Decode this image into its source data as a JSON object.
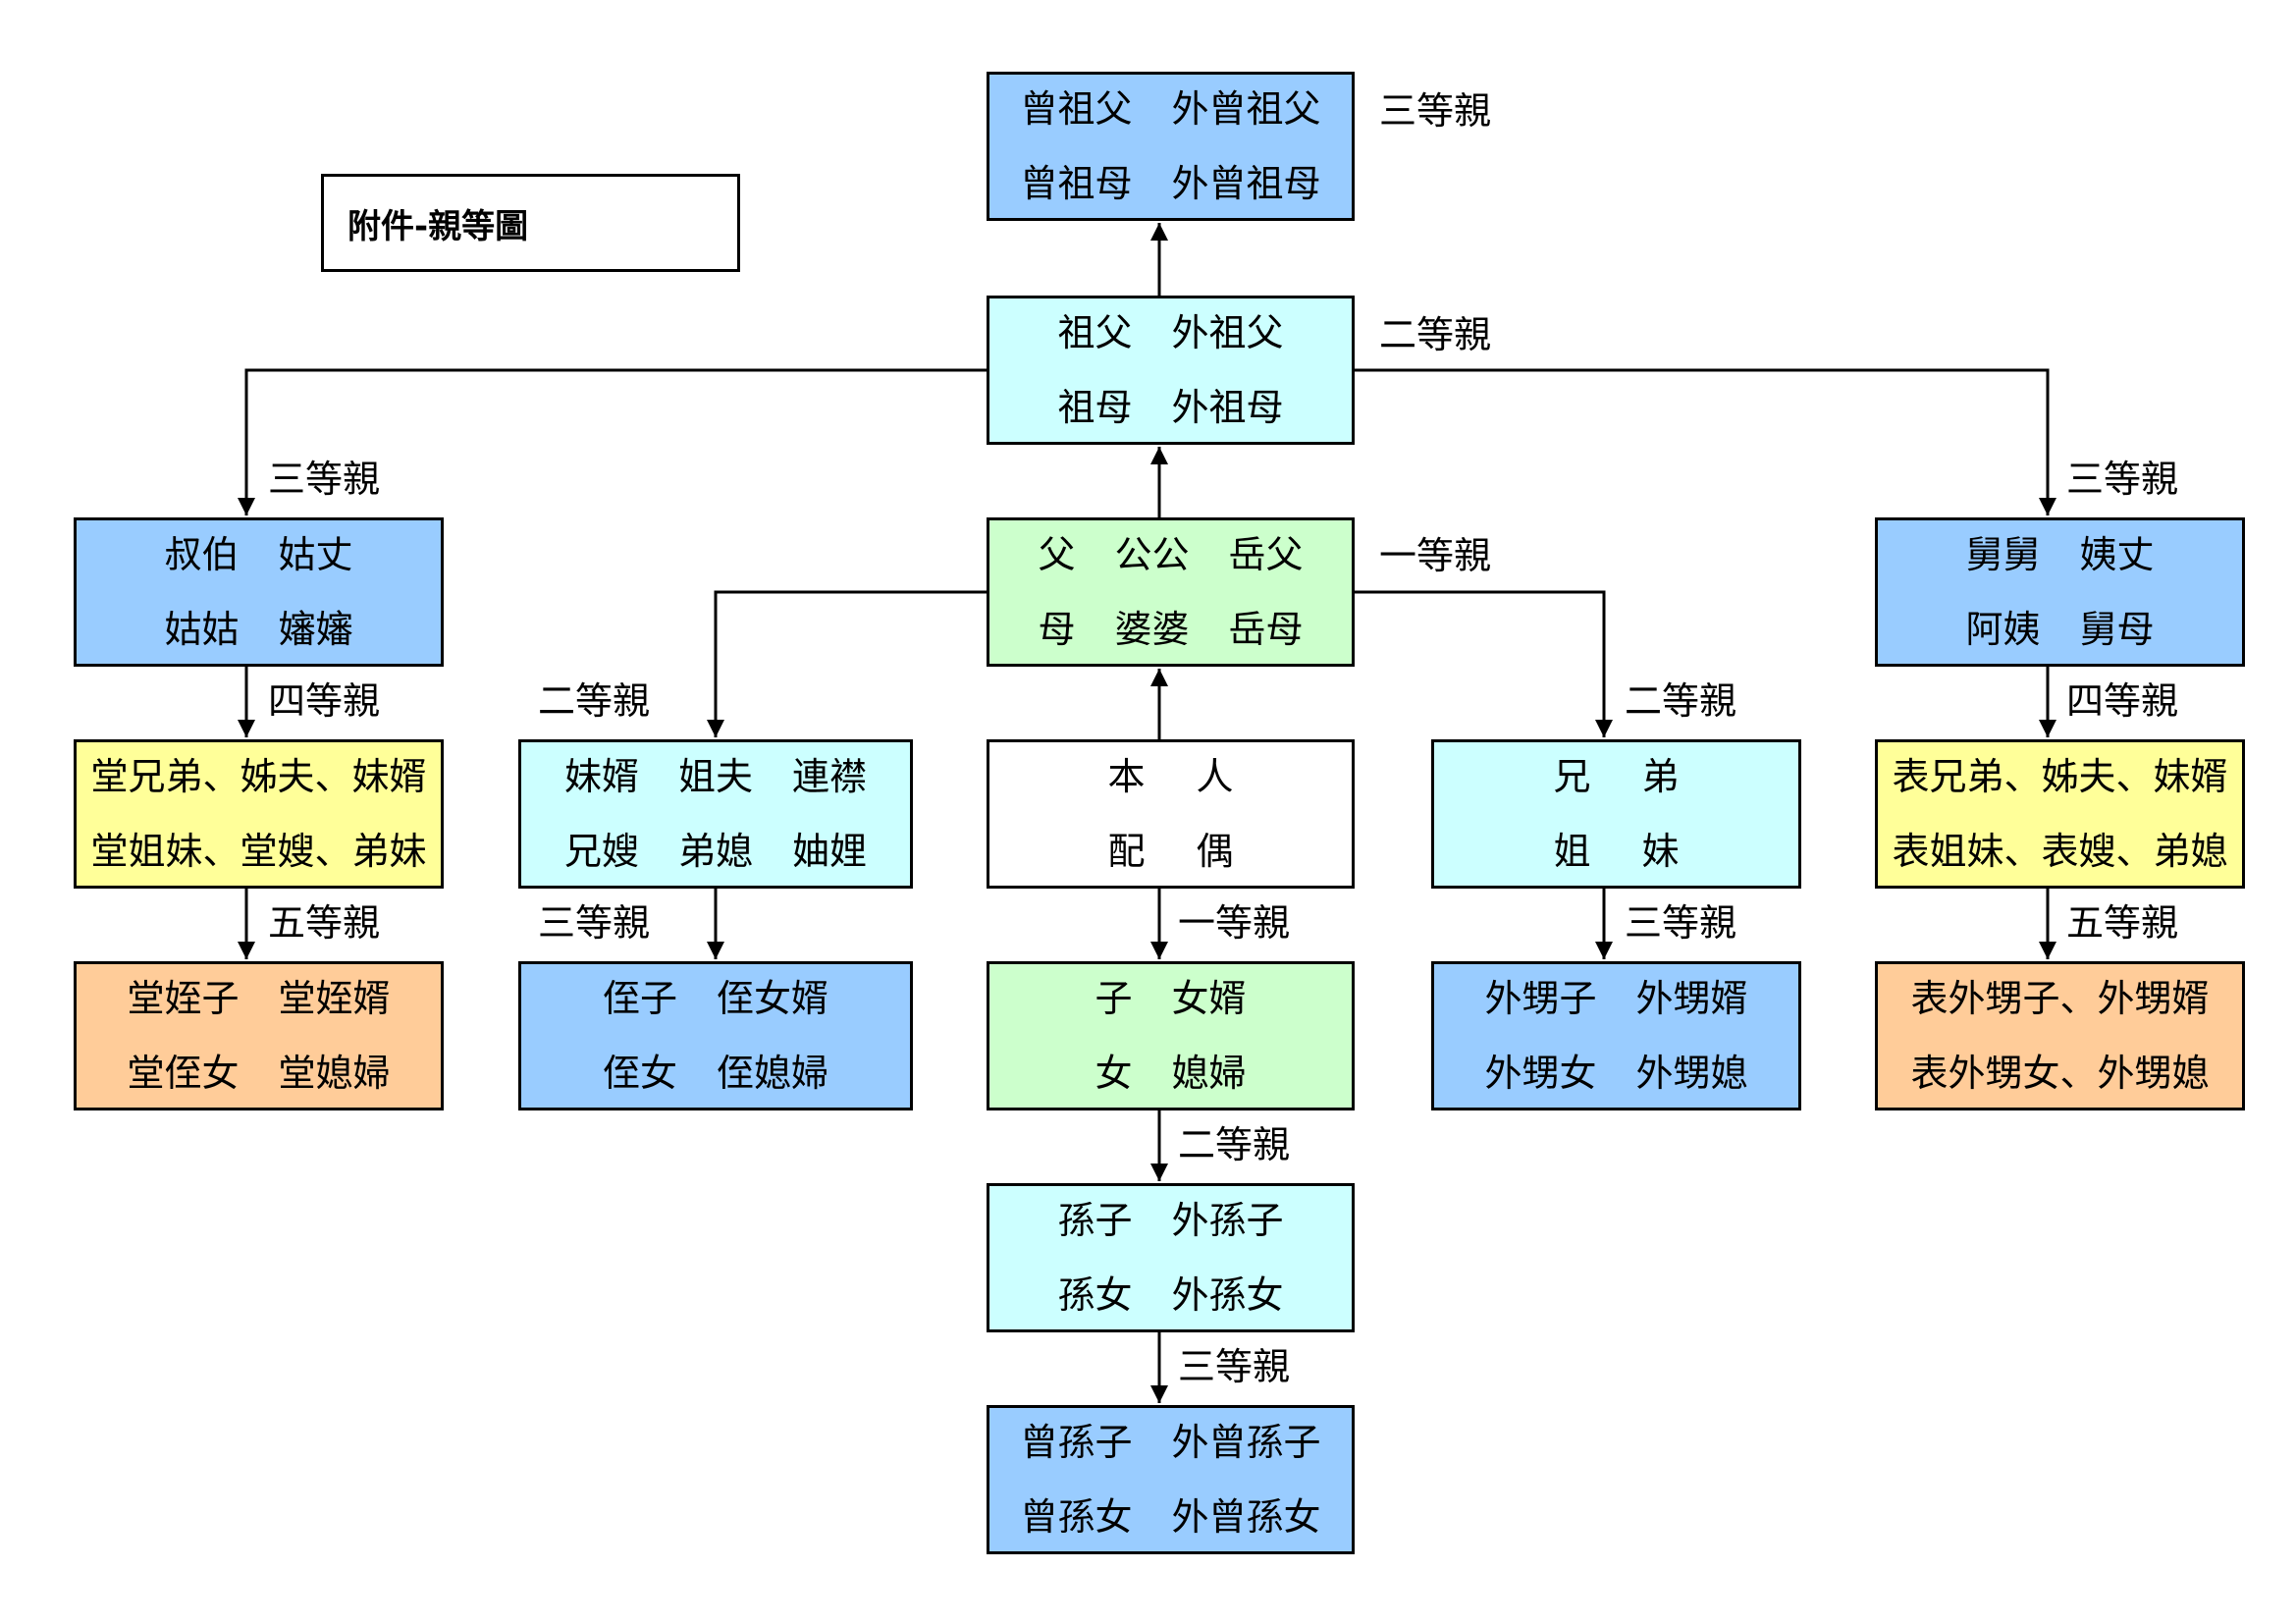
{
  "title": "附件-親等圖",
  "colors": {
    "blue": "#99ccff",
    "cyan": "#ccffff",
    "green": "#ccffcc",
    "yellow": "#ffff99",
    "orange": "#ffcc99",
    "white": "#ffffff",
    "line": "#000000"
  },
  "nodes": {
    "great_grandparents": {
      "rows": [
        [
          "曾祖父",
          "外曾祖父"
        ],
        [
          "曾祖母",
          "外曾祖母"
        ]
      ],
      "degree": "三等親"
    },
    "grandparents": {
      "rows": [
        [
          "祖父",
          "外祖父"
        ],
        [
          "祖母",
          "外祖母"
        ]
      ],
      "degree": "二等親"
    },
    "paternal_uncles": {
      "rows": [
        [
          "叔伯",
          "姑丈"
        ],
        [
          "姑姑",
          "嬸嬸"
        ]
      ],
      "degree": "三等親"
    },
    "parents": {
      "rows": [
        [
          "父",
          "公公",
          "岳父"
        ],
        [
          "母",
          "婆婆",
          "岳母"
        ]
      ],
      "degree": "一等親"
    },
    "maternal_uncles": {
      "rows": [
        [
          "舅舅",
          "姨丈"
        ],
        [
          "阿姨",
          "舅母"
        ]
      ],
      "degree": "三等親"
    },
    "paternal_cousins": {
      "rows": [
        [
          "堂兄弟、姊夫、妹婿"
        ],
        [
          "堂姐妹、堂嫂、弟妹"
        ]
      ],
      "degree": "四等親"
    },
    "siblings_in_law": {
      "rows": [
        [
          "妹婿",
          "姐夫",
          "連襟"
        ],
        [
          "兄嫂",
          "弟媳",
          "妯娌"
        ]
      ],
      "degree": "二等親"
    },
    "self": {
      "rows": [
        [
          "本",
          "人"
        ],
        [
          "配",
          "偶"
        ]
      ]
    },
    "siblings": {
      "rows": [
        [
          "兄",
          "弟"
        ],
        [
          "姐",
          "妹"
        ]
      ],
      "degree": "二等親"
    },
    "maternal_cousins": {
      "rows": [
        [
          "表兄弟、姊夫、妹婿"
        ],
        [
          "表姐妹、表嫂、弟媳"
        ]
      ],
      "degree": "四等親"
    },
    "paternal_cousin_children": {
      "rows": [
        [
          "堂姪子",
          "堂姪婿"
        ],
        [
          "堂侄女",
          "堂媳婦"
        ]
      ],
      "degree": "五等親"
    },
    "nephews_in_law": {
      "rows": [
        [
          "侄子",
          "侄女婿"
        ],
        [
          "侄女",
          "侄媳婦"
        ]
      ],
      "degree": "三等親"
    },
    "children": {
      "rows": [
        [
          "子",
          "女婿"
        ],
        [
          "女",
          "媳婦"
        ]
      ],
      "degree": "一等親"
    },
    "sibling_children": {
      "rows": [
        [
          "外甥子",
          "外甥婿"
        ],
        [
          "外甥女",
          "外甥媳"
        ]
      ],
      "degree": "三等親"
    },
    "maternal_cousin_children": {
      "rows": [
        [
          "表外甥子、外甥婿"
        ],
        [
          "表外甥女、外甥媳"
        ]
      ],
      "degree": "五等親"
    },
    "grandchildren": {
      "rows": [
        [
          "孫子",
          "外孫子"
        ],
        [
          "孫女",
          "外孫女"
        ]
      ],
      "degree": "二等親"
    },
    "great_grandchildren": {
      "rows": [
        [
          "曾孫子",
          "外曾孫子"
        ],
        [
          "曾孫女",
          "外曾孫女"
        ]
      ],
      "degree": "三等親"
    }
  }
}
